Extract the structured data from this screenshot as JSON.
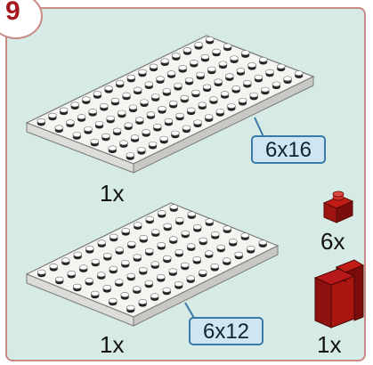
{
  "step_number": "9",
  "parts": {
    "plate_large": {
      "size_label": "6x16",
      "quantity": "1x",
      "studs_rows": 6,
      "studs_cols": 16
    },
    "plate_small": {
      "size_label": "6x12",
      "quantity": "1x",
      "studs_rows": 6,
      "studs_cols": 12
    },
    "brick_red": {
      "quantity": "6x"
    },
    "panel_red": {
      "quantity": "1x"
    }
  },
  "colors": {
    "panel_background": "#d7ebe6",
    "panel_border": "#c98a86",
    "step_number": "#a6191d",
    "plate_top": "#f4f4f1",
    "red_part": "#9e1410",
    "callout_fill": "#cfe6f2",
    "callout_border": "#3a7aa8"
  }
}
